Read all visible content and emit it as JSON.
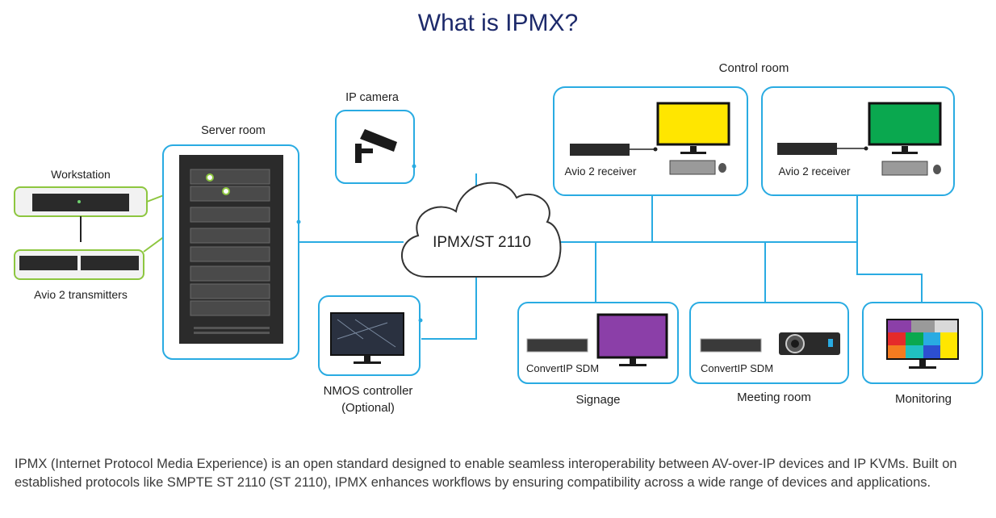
{
  "title": "What is IPMX?",
  "cloud_label": "IPMX/ST 2110",
  "nodes": {
    "workstation": "Workstation",
    "transmitters": "Avio 2 transmitters",
    "server_room": "Server room",
    "ip_camera": "IP camera",
    "nmos_line1": "NMOS controller",
    "nmos_line2": "(Optional)",
    "control_room": "Control room",
    "receiver_1": "Avio 2 receiver",
    "receiver_2": "Avio 2 receiver",
    "signage_device": "ConvertIP SDM",
    "signage": "Signage",
    "meeting_device": "ConvertIP SDM",
    "meeting_room": "Meeting room",
    "monitoring": "Monitoring"
  },
  "colors": {
    "accent": "#29abe2",
    "title": "#1d2a6b",
    "green": "#8dc63f",
    "monitor_yellow": "#ffe600",
    "monitor_green": "#0aa84f",
    "monitor_purple": "#8b3fa8"
  },
  "description": "IPMX (Internet Protocol Media Experience) is an open standard designed to enable seamless interoperability between AV-over-IP devices and IP KVMs. Built on established protocols like SMPTE ST 2110 (ST 2110), IPMX enhances workflows by ensuring compatibility across a wide range of devices and applications."
}
